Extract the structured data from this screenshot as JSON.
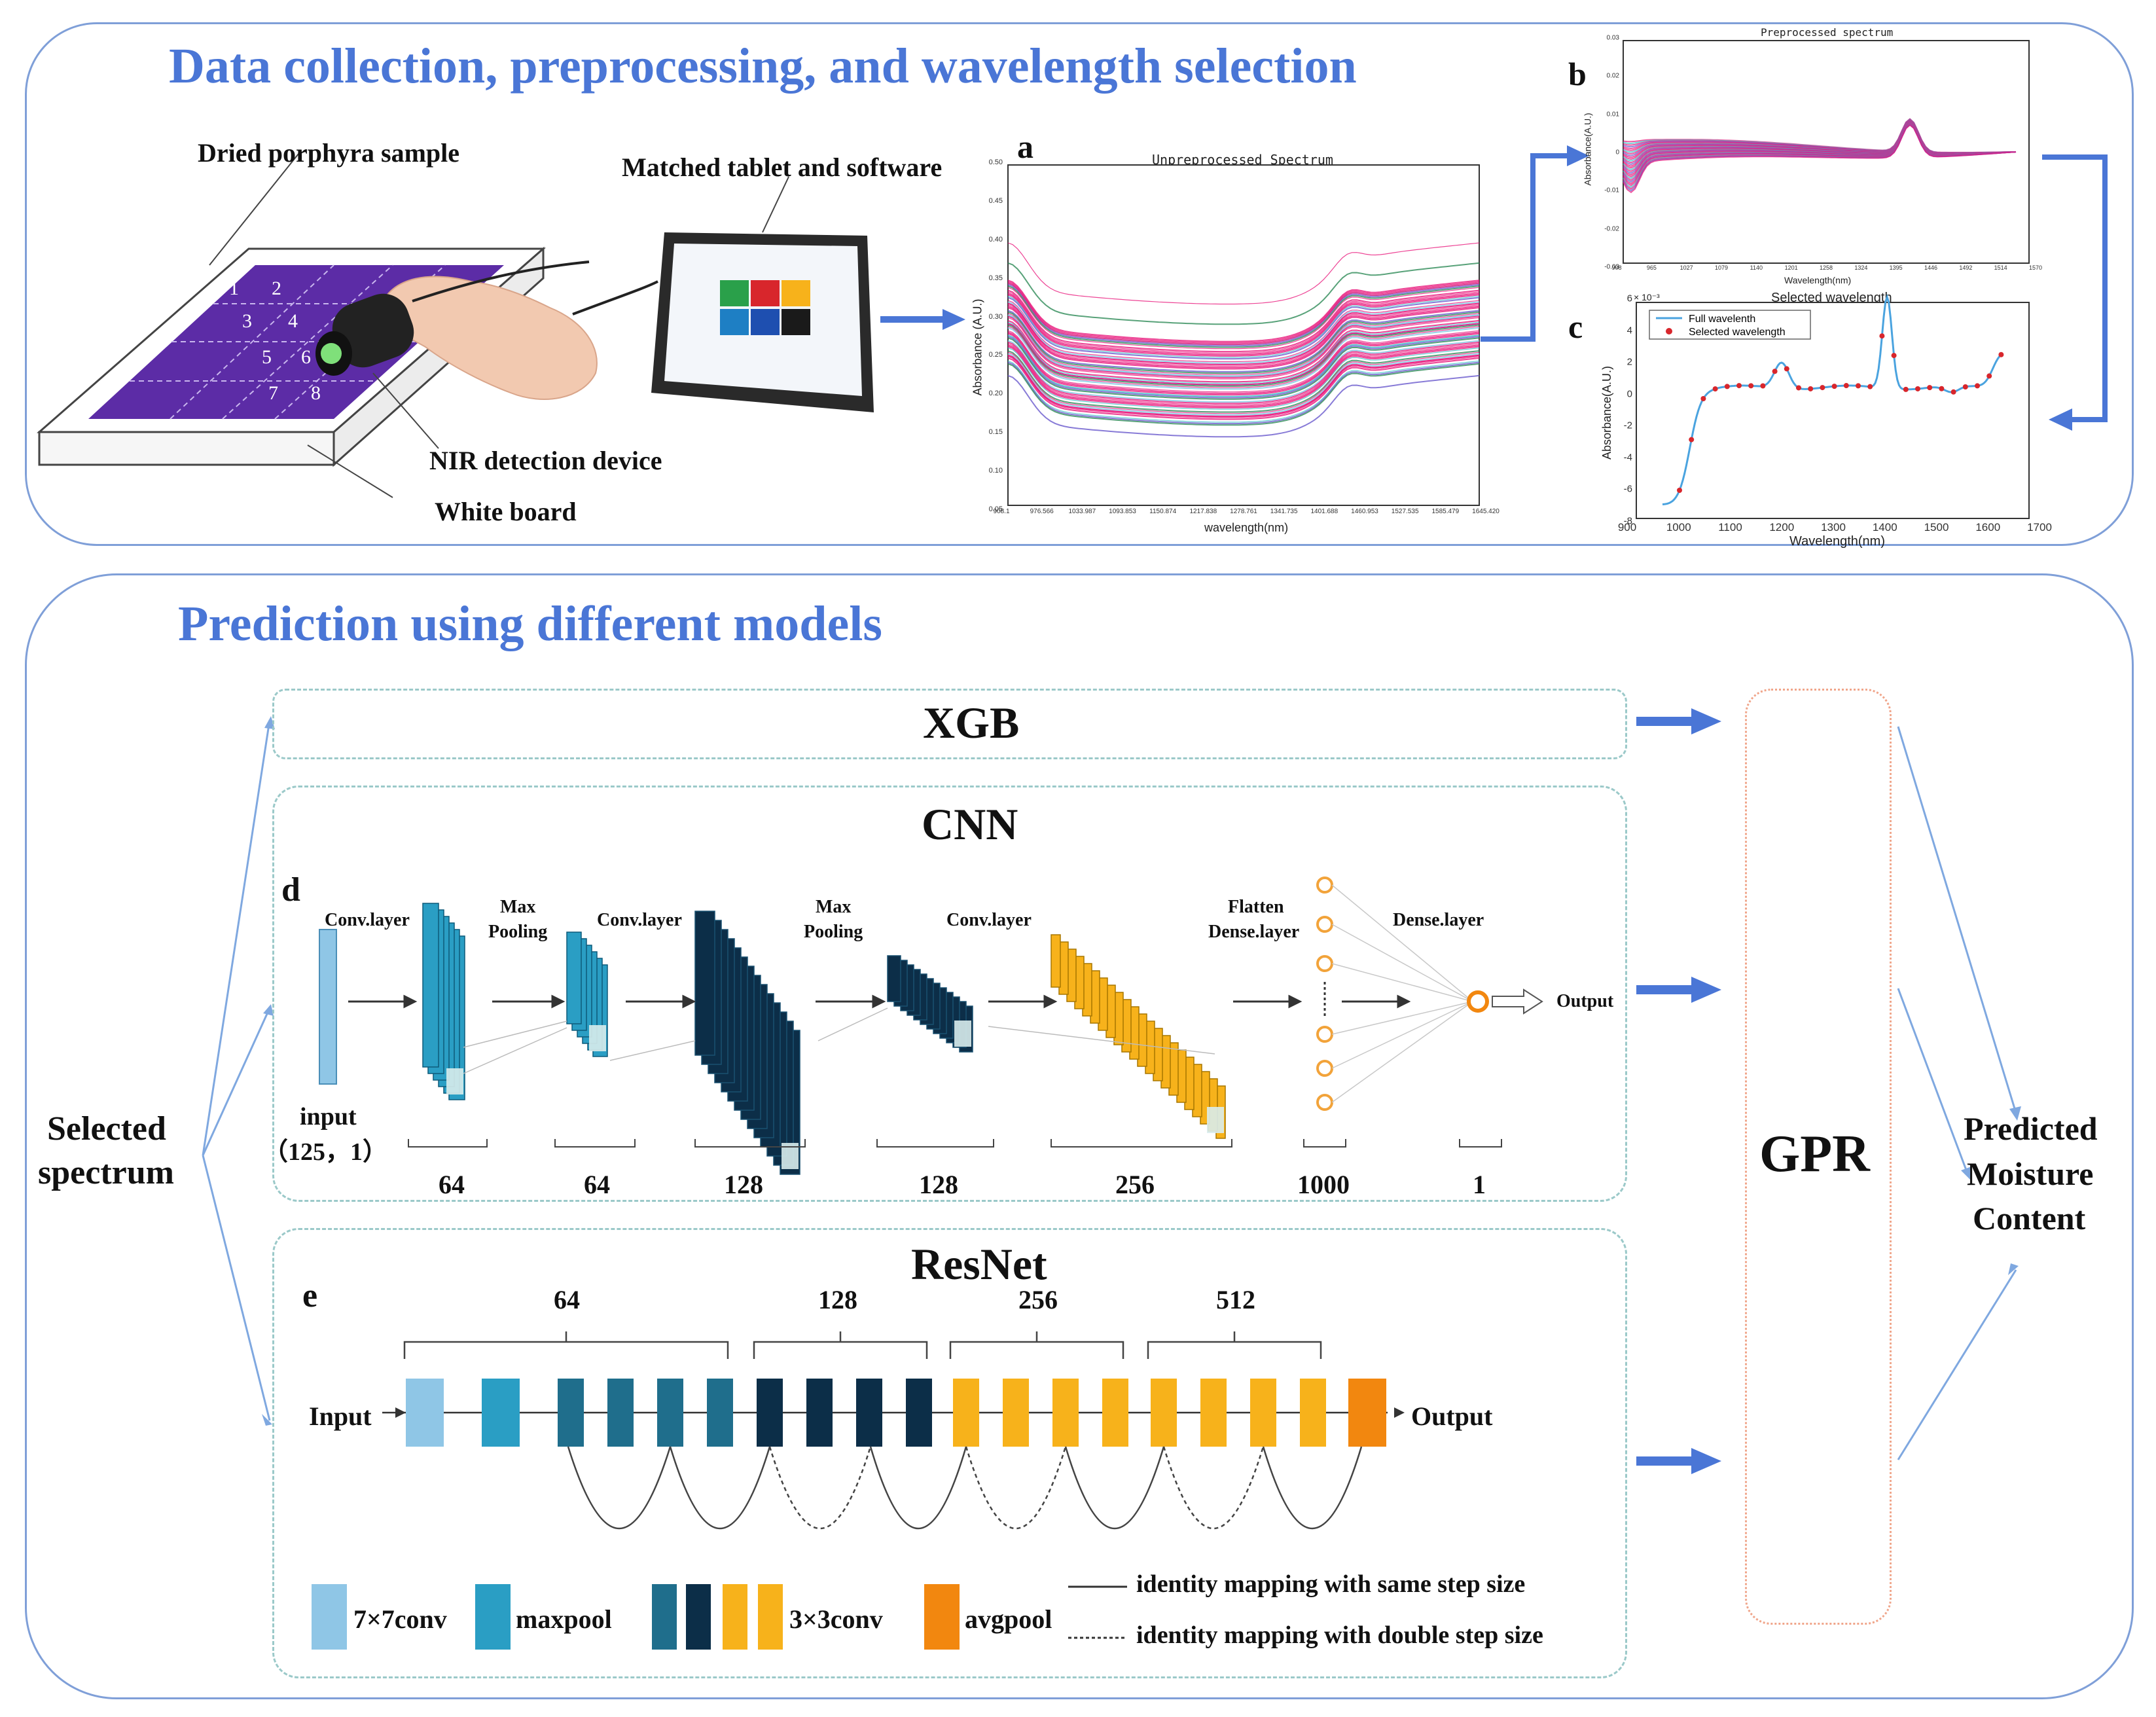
{
  "top": {
    "title": "Data collection, preprocessing, and wavelength selection",
    "sample_label": "Dried porphyra sample",
    "tablet_label": "Matched tablet and software",
    "device_label": "NIR detection device",
    "board_label": "White board",
    "grid_numbers": [
      "1",
      "2",
      "3",
      "4",
      "5",
      "6",
      "7",
      "8"
    ],
    "panel_a": {
      "letter": "a",
      "title": "Unpreprocessed Spectrum",
      "ylabel": "Absorbance (A.U.)",
      "xlabel": "wavelength(nm)",
      "yticks": [
        "0.50",
        "0.45",
        "0.40",
        "0.35",
        "0.30",
        "0.25",
        "0.20",
        "0.15",
        "0.10",
        "0.05"
      ],
      "xticks": [
        "908.1",
        "976.566",
        "1033.987",
        "1093.853",
        "1150.874",
        "1217.838",
        "1278.761",
        "1341.735",
        "1401.688",
        "1460.953",
        "1527.535",
        "1585.479",
        "1645.420"
      ]
    },
    "panel_b": {
      "letter": "b",
      "title": "Preprocessed spectrum",
      "ylabel": "Absorbance(A.U.)",
      "xlabel": "Wavelength(nm)",
      "yticks": [
        "0.03",
        "0.02",
        "0.01",
        "0",
        "-0.01",
        "-0.02",
        "-0.03"
      ],
      "xticks": [
        "908",
        "965",
        "1027",
        "1079",
        "1140",
        "1201",
        "1258",
        "1324",
        "1395",
        "1446",
        "1492",
        "1514",
        "1570"
      ]
    },
    "panel_c": {
      "letter": "c",
      "title": "Selected wavelength",
      "exponent": "× 10⁻³",
      "ylabel": "Absorbance(A.U.)",
      "xlabel": "Wavelength(nm)",
      "legend": [
        "Full wavelenth",
        "Selected wavelength"
      ],
      "yticks": [
        "6",
        "4",
        "2",
        "0",
        "-2",
        "-4",
        "-6",
        "-8"
      ],
      "xticks": [
        "900",
        "1000",
        "1100",
        "1200",
        "1300",
        "1400",
        "1500",
        "1600",
        "1700"
      ]
    }
  },
  "bottom": {
    "title": "Prediction using different models",
    "input_label_1": "Selected",
    "input_label_2": "spectrum",
    "xgb": "XGB",
    "gpr": "GPR",
    "output_1": "Predicted",
    "output_2": "Moisture",
    "output_3": "Content",
    "cnn": {
      "title": "CNN",
      "letter": "d",
      "layer_labels": [
        "Conv.layer",
        "Max",
        "Pooling",
        "Conv.layer",
        "Max",
        "Pooling",
        "Conv.layer",
        "Flatten",
        "Dense.layer",
        "Dense.layer"
      ],
      "input_1": "input",
      "input_2": "（125，1）",
      "output": "Output",
      "sizes": [
        "64",
        "64",
        "128",
        "128",
        "256",
        "1000",
        "1"
      ]
    },
    "resnet": {
      "title": "ResNet",
      "letter": "e",
      "groups": [
        "64",
        "128",
        "256",
        "512"
      ],
      "input": "Input",
      "output": "Output",
      "legend": {
        "conv7": "7×7conv",
        "maxpool": "maxpool",
        "conv3": "3×3conv",
        "avgpool": "avgpool",
        "same": "identity mapping with same step size",
        "double": "identity mapping with double step size"
      }
    }
  },
  "colors": {
    "title_blue": "#4a76d6",
    "arrow_blue": "#4a76d6",
    "light_blue": "#8fc6e6",
    "mid_blue": "#2a9ec4",
    "teal": "#1f6e8c",
    "navy": "#0c2e48",
    "yellow": "#f7b21b",
    "orange": "#f2870f",
    "magenta": "#e8157a",
    "purple": "#5c2ca6"
  }
}
